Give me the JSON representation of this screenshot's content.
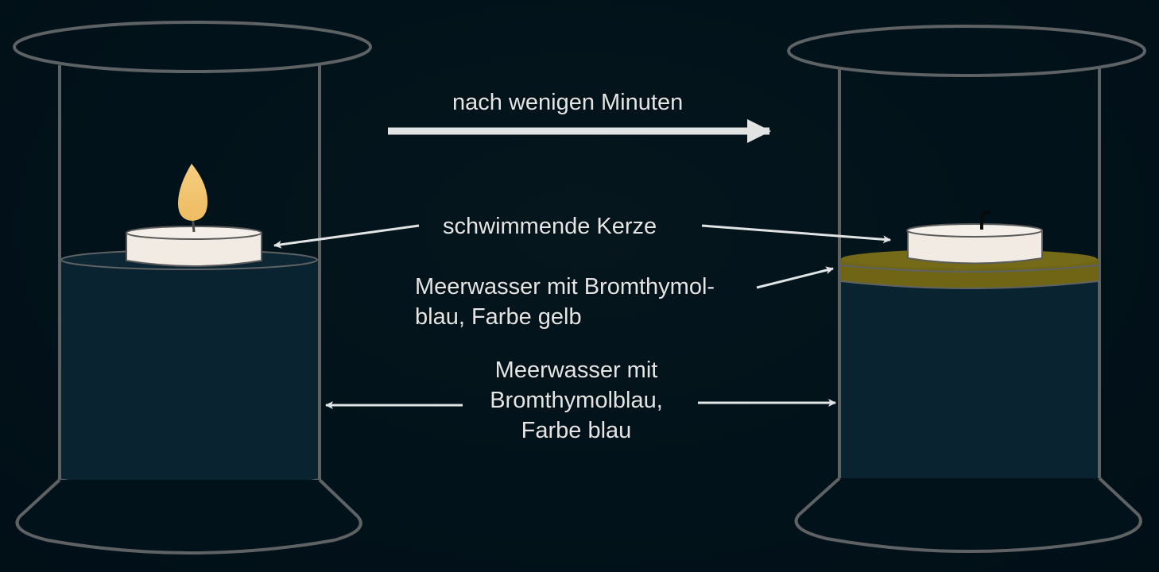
{
  "diagram": {
    "title_arrow_label": "nach wenigen Minuten",
    "labels": {
      "candle": "schwimmende Kerze",
      "yellow_water_line1": "Meerwasser mit Bromthymol-",
      "yellow_water_line2": "blau, Farbe gelb",
      "blue_water_line1": "Meerwasser mit",
      "blue_water_line2": "Bromthymolblau,",
      "blue_water_line3": "Farbe blau"
    },
    "left_setup": {
      "state": "before",
      "candle": "burning",
      "water_color": "blue"
    },
    "right_setup": {
      "state": "after",
      "candle": "extinguished",
      "top_layer_color": "yellow",
      "water_color": "blue"
    },
    "colors": {
      "background": "#02121a",
      "glass_outline": "#5e6263",
      "water_blue": "#0a2331",
      "yellow_layer": "#6f6514",
      "candle_wax": "#f1ebe3",
      "flame": "#f2c573",
      "arrow": "#e2e4e4",
      "text": "#e4e6e6"
    }
  }
}
